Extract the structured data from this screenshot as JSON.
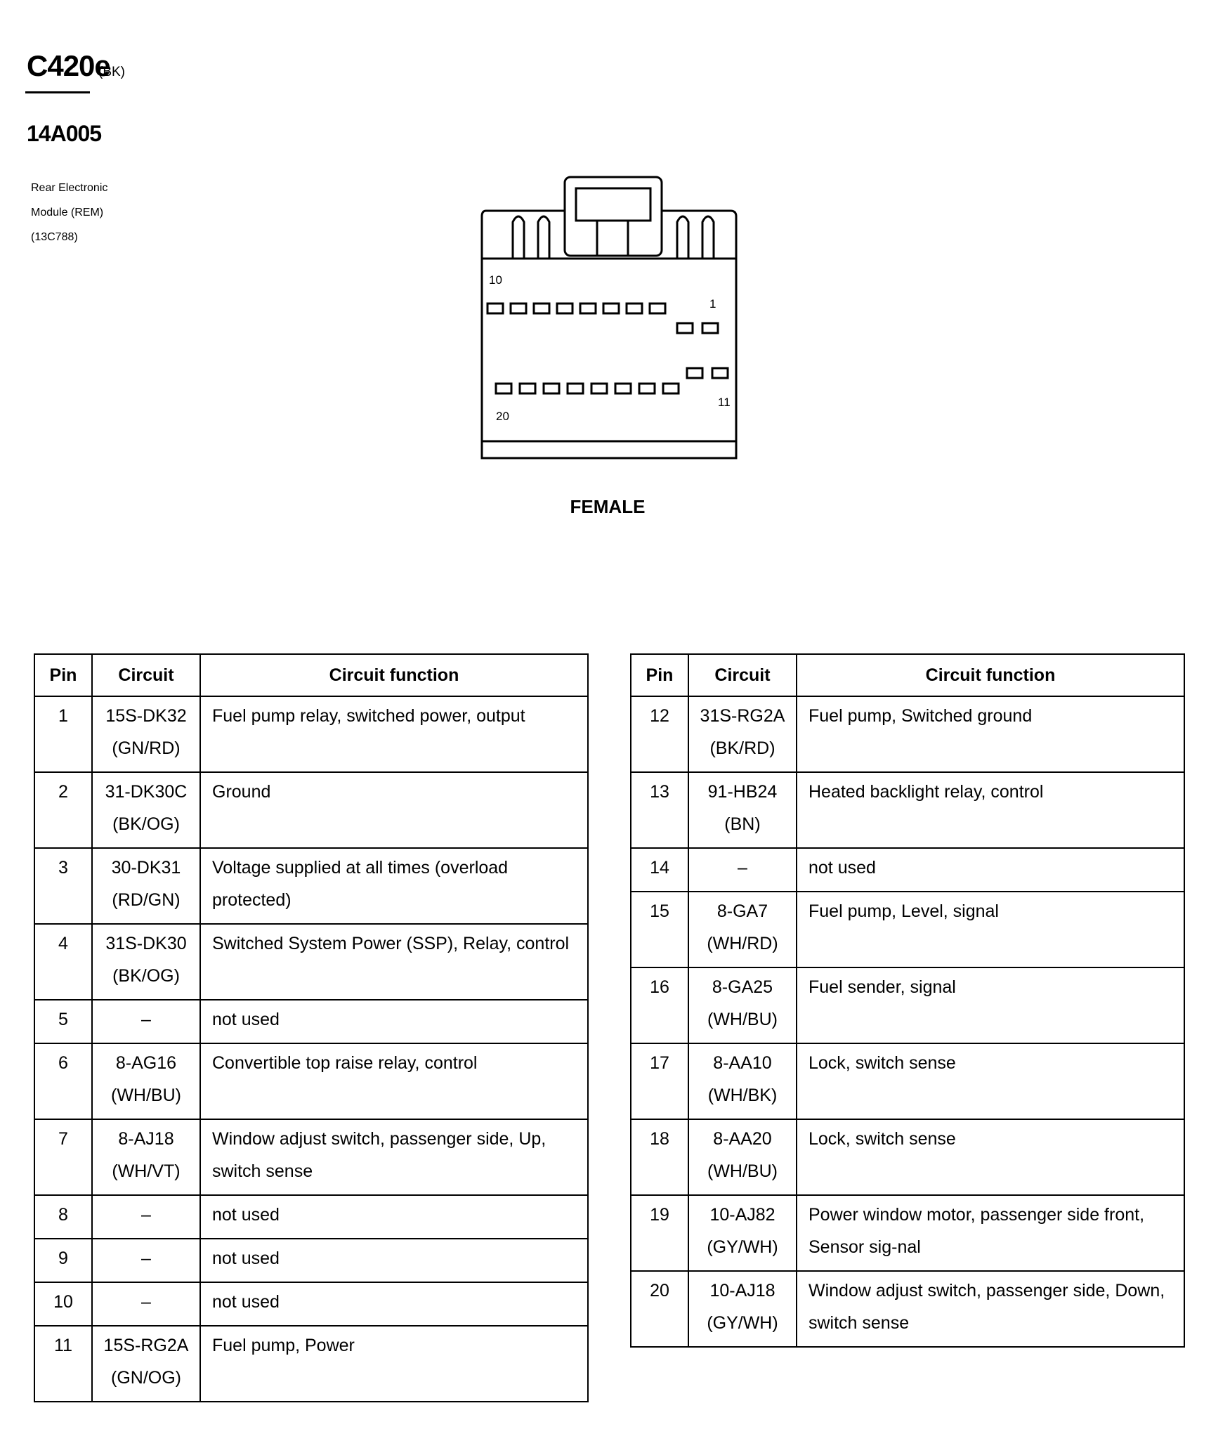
{
  "header": {
    "connector_id": "C420e",
    "connector_color": "(BK)",
    "part_number": "14A005",
    "description_lines": [
      "Rear Electronic",
      "Module (REM)",
      "(13C788)"
    ]
  },
  "connector_diagram": {
    "gender_label": "FEMALE",
    "pin_labels": {
      "top_left": "10",
      "top_right": "1",
      "bottom_left": "20",
      "bottom_right": "11"
    }
  },
  "table_headers": {
    "pin": "Pin",
    "circuit": "Circuit",
    "function": "Circuit function"
  },
  "pins_left": [
    {
      "pin": "1",
      "circuit": "15S-DK32 (GN/RD)",
      "function": "Fuel pump relay, switched power, output"
    },
    {
      "pin": "2",
      "circuit": "31-DK30C (BK/OG)",
      "function": "Ground"
    },
    {
      "pin": "3",
      "circuit": "30-DK31 (RD/GN)",
      "function": "Voltage supplied at all times (overload protected)"
    },
    {
      "pin": "4",
      "circuit": "31S-DK30 (BK/OG)",
      "function": "Switched System Power (SSP), Relay, control"
    },
    {
      "pin": "5",
      "circuit": "–",
      "function": "not used"
    },
    {
      "pin": "6",
      "circuit": "8-AG16 (WH/BU)",
      "function": "Convertible top raise relay, control"
    },
    {
      "pin": "7",
      "circuit": "8-AJ18 (WH/VT)",
      "function": "Window adjust switch, passenger side, Up, switch sense"
    },
    {
      "pin": "8",
      "circuit": "–",
      "function": "not used"
    },
    {
      "pin": "9",
      "circuit": "–",
      "function": "not used"
    },
    {
      "pin": "10",
      "circuit": "–",
      "function": "not used"
    },
    {
      "pin": "11",
      "circuit": "15S-RG2A (GN/OG)",
      "function": "Fuel pump, Power"
    }
  ],
  "pins_right": [
    {
      "pin": "12",
      "circuit": "31S-RG2A (BK/RD)",
      "function": "Fuel pump, Switched ground"
    },
    {
      "pin": "13",
      "circuit": "91-HB24 (BN)",
      "function": "Heated backlight relay, control"
    },
    {
      "pin": "14",
      "circuit": "–",
      "function": "not used"
    },
    {
      "pin": "15",
      "circuit": "8-GA7 (WH/RD)",
      "function": "Fuel pump, Level, signal"
    },
    {
      "pin": "16",
      "circuit": "8-GA25 (WH/BU)",
      "function": "Fuel sender, signal"
    },
    {
      "pin": "17",
      "circuit": "8-AA10 (WH/BK)",
      "function": "Lock, switch sense"
    },
    {
      "pin": "18",
      "circuit": "8-AA20 (WH/BU)",
      "function": "Lock, switch sense"
    },
    {
      "pin": "19",
      "circuit": "10-AJ82 (GY/WH)",
      "function": "Power window motor, passenger side front, Sensor sig-nal"
    },
    {
      "pin": "20",
      "circuit": "10-AJ18 (GY/WH)",
      "function": "Window adjust switch, passenger side, Down, switch sense"
    }
  ]
}
